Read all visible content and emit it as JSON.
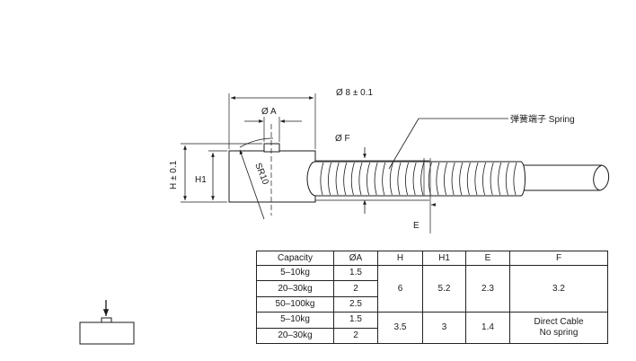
{
  "dimensions": {
    "outer_diameter": "Ø 8 ± 0.1",
    "diameter_a": "Ø A",
    "diameter_f": "Ø F",
    "height_total": "H ± 0.1",
    "height_h1": "H1",
    "radius": "SR10",
    "spacing_e": "E"
  },
  "callout": {
    "spring_label": "弹簧端子 Spring"
  },
  "table": {
    "headers": [
      "Capacity",
      "ØA",
      "H",
      "H1",
      "E",
      "F"
    ],
    "group1": {
      "rows": [
        {
          "capacity": "5–10kg",
          "a": "1.5"
        },
        {
          "capacity": "20–30kg",
          "a": "2"
        },
        {
          "capacity": "50–100kg",
          "a": "2.5"
        }
      ],
      "h": "6",
      "h1": "5.2",
      "e": "2.3",
      "f": "3.2"
    },
    "group2": {
      "rows": [
        {
          "capacity": "5–10kg",
          "a": "1.5"
        },
        {
          "capacity": "20–30kg",
          "a": "2"
        }
      ],
      "h": "3.5",
      "h1": "3",
      "e": "1.4",
      "f_line1": "Direct Cable",
      "f_line2": "No spring"
    }
  },
  "colors": {
    "line": "#1a1a1a",
    "background": "#ffffff"
  }
}
